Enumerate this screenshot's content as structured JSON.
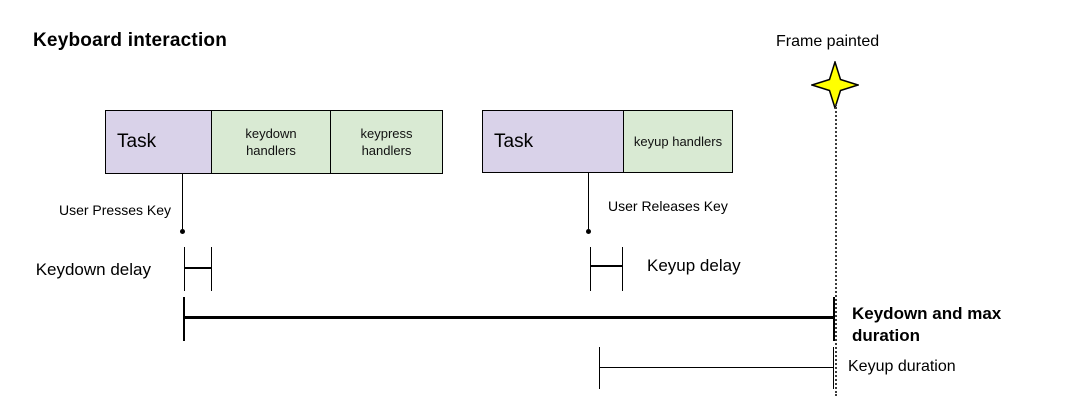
{
  "title": "Keyboard interaction",
  "frame_painted": {
    "label": "Frame painted",
    "star_icon": "four-point-star"
  },
  "groups": [
    {
      "task_label": "Task",
      "handlers": [
        "keydown\nhandlers",
        "keypress\nhandlers"
      ],
      "event_label": "User Presses Key",
      "delay_label": "Keydown delay"
    },
    {
      "task_label": "Task",
      "handlers": [
        "keyup handlers"
      ],
      "event_label": "User Releases Key",
      "delay_label": "Keyup delay"
    }
  ],
  "durations": {
    "keydown": "Keydown and max\nduration",
    "keyup": "Keyup duration"
  },
  "colors": {
    "task_fill": "#d9d2e9",
    "handlers_fill": "#d9ead3",
    "star_fill": "#ffff00",
    "line_color": "#000000"
  }
}
